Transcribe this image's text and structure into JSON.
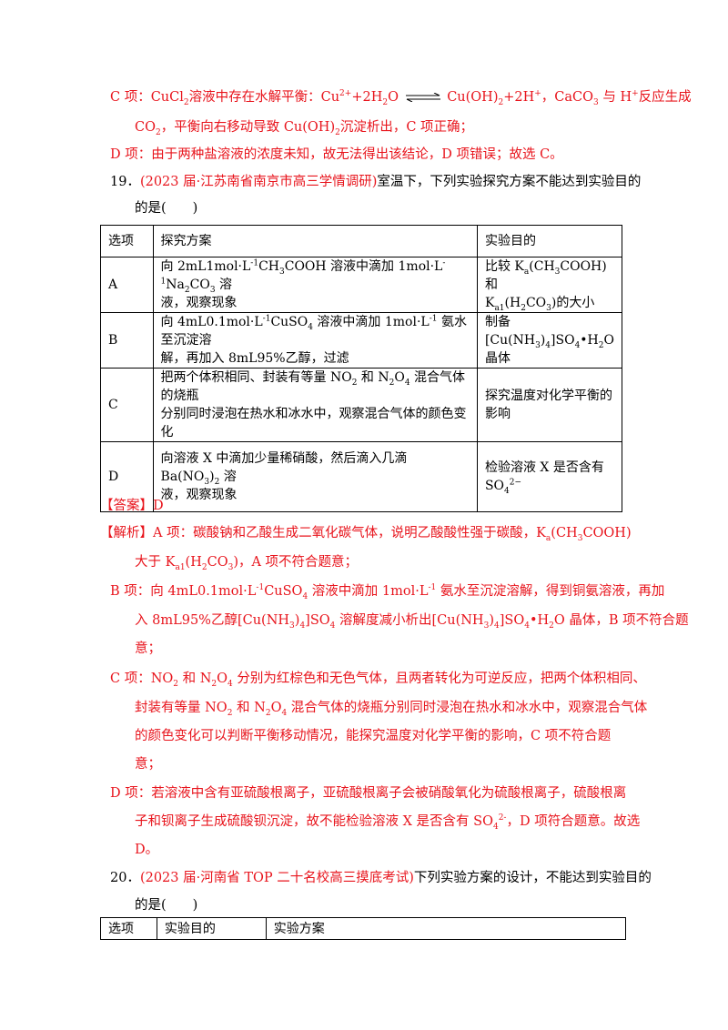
{
  "c_item": {
    "prefix": "C 项：CuCl",
    "sub1": "2",
    "text1": "溶液中存在水解平衡：Cu",
    "sup1": "2+",
    "text2": "+2H",
    "sub2": "2",
    "text3": "O",
    "text4": "Cu(OH)",
    "sub3": "2",
    "text5": "+2H",
    "sup2": "+",
    "text6": "，CaCO",
    "sub4": "3",
    "text7": " 与 H",
    "sup3": "+",
    "text8": "反应生成",
    "line2_a": "CO",
    "line2_sub": "2",
    "line2_b": "，平衡向右移动导致 Cu(OH)",
    "line2_sub2": "2",
    "line2_c": "沉淀析出，C 项正确；"
  },
  "d_item": "D 项：由于两种盐溶液的浓度未知，故无法得出该结论，D 项错误；故选 C。",
  "q19": {
    "num": "19．",
    "source": "(2023 届·江苏南省南京市高三学情调研)",
    "text": "室温下，下列实验探究方案不能达到实验目的",
    "text2": "的是(　　)",
    "headers": [
      "选项",
      "探究方案",
      "实验目的"
    ],
    "rows": [
      {
        "opt": "A"
      },
      {
        "opt": "B"
      },
      {
        "opt": "C",
        "plan": "把两个体积相同、封装有等量 NO₂ 和 N₂O₄ 混合气体的烧瓶分别同时浸泡在热水和冰水中，观察混合气体的颜色变化",
        "goal": "探究温度对化学平衡的影响"
      },
      {
        "opt": "D"
      }
    ],
    "answer_label": "【答案】",
    "answer": "D",
    "analysis_label": "【解析】"
  },
  "q20": {
    "num": "20．",
    "source": "(2023 届·河南省 TOP 二十名校高三摸底考试)",
    "text": "下列实验方案的设计，不能达到实验目的",
    "text2": "的是(　　)",
    "headers": [
      "选项",
      "实验目的",
      "实验方案"
    ]
  }
}
